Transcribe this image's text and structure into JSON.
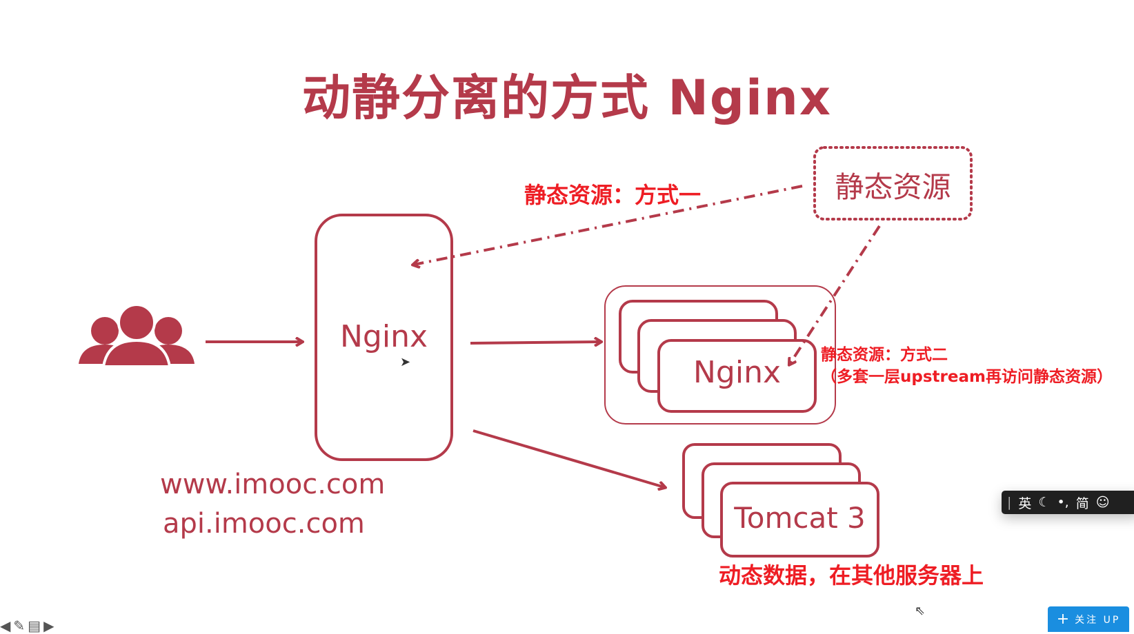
{
  "title": "动静分离的方式 Nginx",
  "nodes": {
    "main_nginx": "Nginx",
    "nginx_cluster": "Nginx",
    "tomcat_cluster": "Tomcat 3",
    "static_resource": "静态资源"
  },
  "domains": [
    "www.imooc.com",
    "api.imooc.com"
  ],
  "annotations": {
    "method_one": "静态资源：方式一",
    "method_two_line1": "静态资源：方式二",
    "method_two_line2": "（多套一层upstream再访问静态资源）",
    "dynamic_data": "动态数据，在其他服务器上"
  },
  "ime_bar": {
    "lang": "英",
    "moon_icon": "moon-icon",
    "punct": "•,",
    "mode": "简",
    "emoji_icon": "smiley-icon"
  },
  "follow_button": {
    "plus": "+",
    "label": "关注 UP"
  },
  "colors": {
    "primary": "#b43a4a",
    "annotation": "#ee1d24",
    "follow": "#1a8ee0"
  }
}
